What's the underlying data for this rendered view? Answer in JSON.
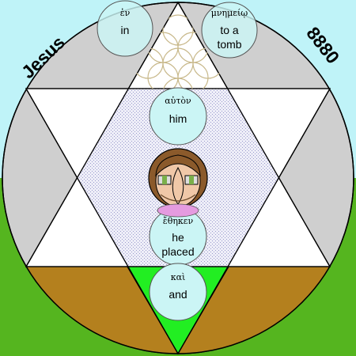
{
  "corner_labels": {
    "name": "Jesus",
    "number": "8880"
  },
  "words": [
    {
      "greek": "ἐν",
      "english": [
        "in"
      ]
    },
    {
      "greek": "μνημείῳ",
      "english": [
        "to a",
        "tomb"
      ]
    },
    {
      "greek": "αὐτὸν",
      "english": [
        "him"
      ]
    },
    {
      "greek": "ἔθηκεν",
      "english": [
        "he",
        "placed"
      ]
    },
    {
      "greek": "καὶ",
      "english": [
        "and"
      ]
    }
  ],
  "colors": {
    "sky": "#bff3f8",
    "grass": "#55b51f",
    "disc": "#cfcfcf",
    "earth": "#b4801e",
    "lens": "#d9d7ee",
    "bubble": "#cbf5f5",
    "green_wedge": "#22ee22",
    "outline": "#000000"
  }
}
